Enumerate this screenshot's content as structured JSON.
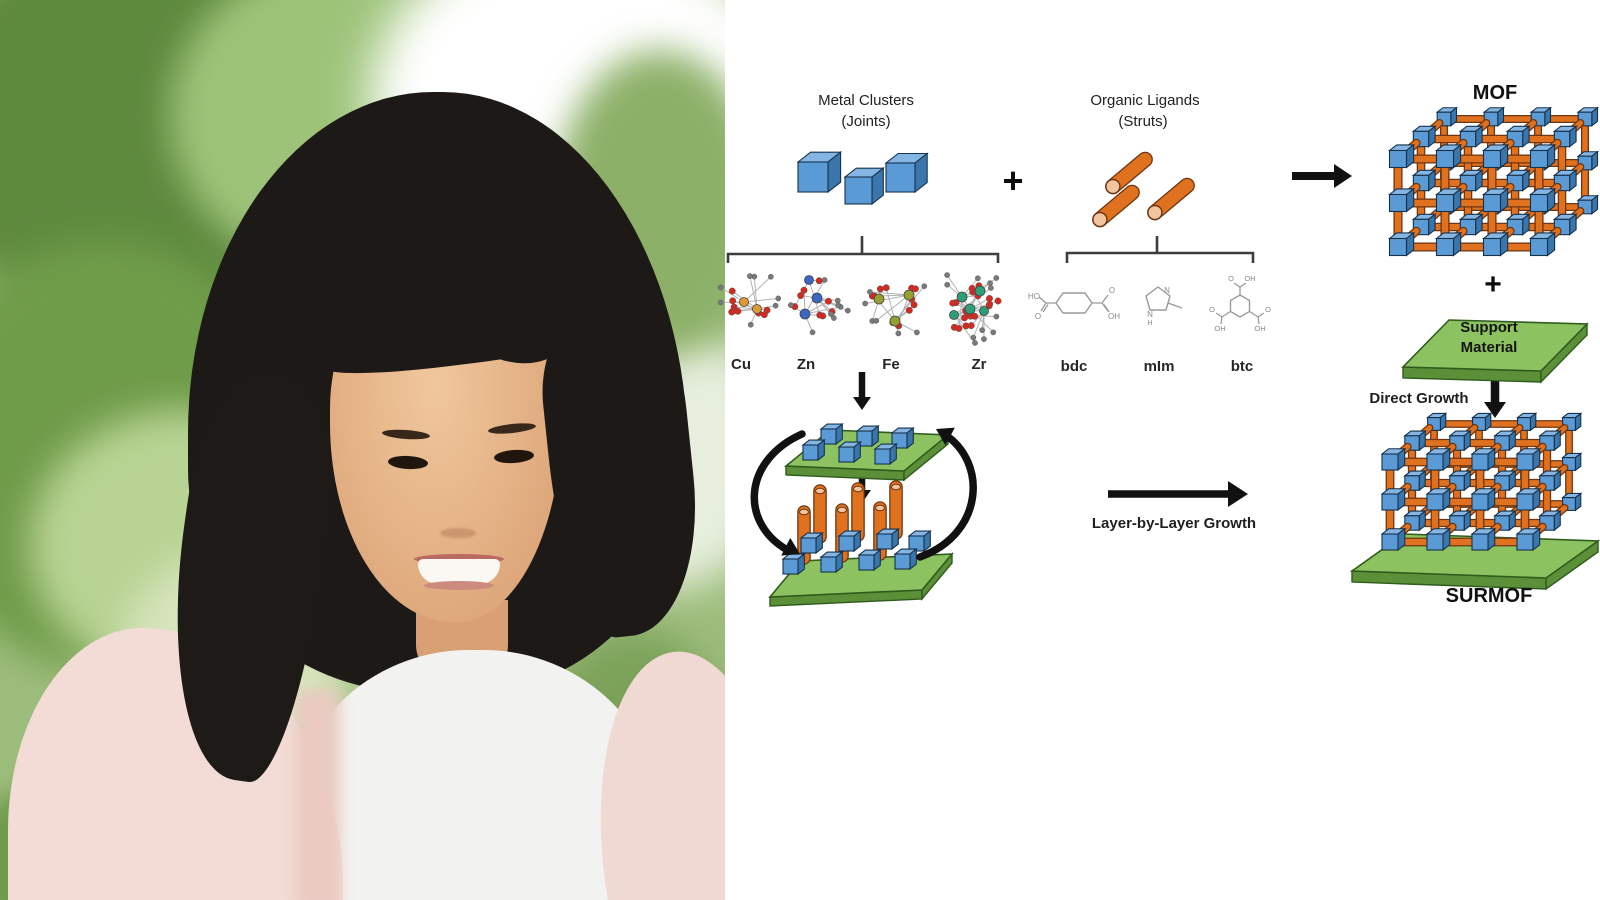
{
  "photo": {
    "description": "Portrait photo of a smiling woman with dark shoulder-length hair, white top and light pink cardigan, in front of blurred green foliage"
  },
  "diagram": {
    "metal": {
      "title": "Metal Clusters",
      "subtitle": "(Joints)",
      "examples": [
        "Cu",
        "Zn",
        "Fe",
        "Zr"
      ]
    },
    "plus_top": "+",
    "organic": {
      "title": "Organic Ligands",
      "subtitle": "(Struts)",
      "examples": [
        "bdc",
        "mIm",
        "btc"
      ]
    },
    "mof_label": "MOF",
    "plus_mof": "+",
    "support_lines": [
      "Support",
      "Material"
    ],
    "direct_growth_label": "Direct Growth",
    "surmof_label": "SURMOF",
    "layer_growth_label": "Layer-by-Layer Growth",
    "ligand_atoms": {
      "bdc": [
        "HO",
        "O",
        "O",
        "OH"
      ],
      "mim": [
        "N",
        "N",
        "H"
      ],
      "btc": [
        "O",
        "OH",
        "O",
        "OH",
        "O",
        "OH"
      ]
    },
    "colors": {
      "cube_blue": "#5b9bd5",
      "cube_top": "#85b5e2",
      "cube_side": "#3a76ab",
      "cube_edge": "#16314c",
      "rod_orange": "#e0711f",
      "rod_edge": "#6e3610",
      "rod_cap": "#f2c59e",
      "plate_green": "#8cc25f",
      "plate_side": "#5c9038",
      "plate_edge": "#2f5c1d",
      "cluster_cu": "#e09a2f",
      "cluster_zn": "#3b66c4",
      "cluster_fe": "#97a02e",
      "cluster_zr": "#2e9e77",
      "atom_red": "#d42a20",
      "atom_gray": "#7a7a7a",
      "arrow_black": "#111111"
    }
  }
}
